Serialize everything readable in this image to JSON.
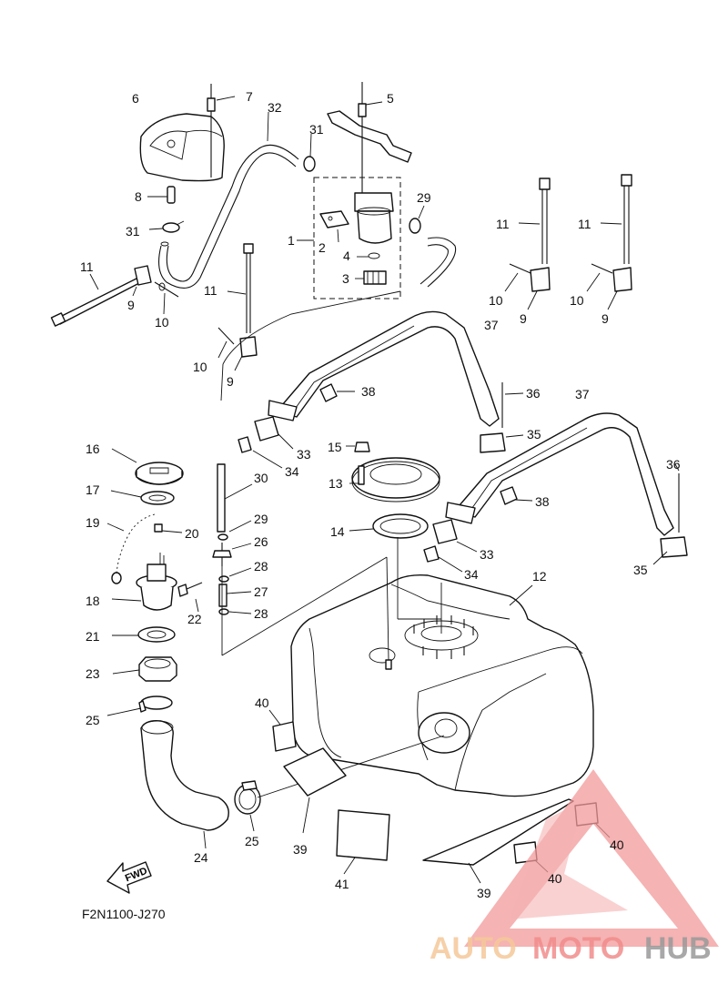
{
  "diagram_code": "F2N1100-J270",
  "fwd_label": "FWD",
  "watermark": {
    "part1": "AUTO",
    "part2": "MOTO",
    "part3": "HUB",
    "color_auto": "#f5c89a",
    "color_moto": "#f28c8c",
    "color_hub": "#9a9a9a"
  },
  "labels": {
    "l1": "1",
    "l2": "2",
    "l3": "3",
    "l4": "4",
    "l5": "5",
    "l6": "6",
    "l7": "7",
    "l8": "8",
    "l9a": "9",
    "l9b": "9",
    "l9c": "9",
    "l9d": "9",
    "l10a": "10",
    "l10b": "10",
    "l10c": "10",
    "l10d": "10",
    "l11a": "11",
    "l11b": "11",
    "l11c": "11",
    "l11d": "11",
    "l12": "12",
    "l13": "13",
    "l14": "14",
    "l15": "15",
    "l16": "16",
    "l17": "17",
    "l18": "18",
    "l19": "19",
    "l20": "20",
    "l21": "21",
    "l22": "22",
    "l23": "23",
    "l24": "24",
    "l25a": "25",
    "l25b": "25",
    "l26": "26",
    "l27": "27",
    "l28a": "28",
    "l28b": "28",
    "l29a": "29",
    "l29b": "29",
    "l30": "30",
    "l31a": "31",
    "l31b": "31",
    "l32": "32",
    "l33a": "33",
    "l33b": "33",
    "l34a": "34",
    "l34b": "34",
    "l35a": "35",
    "l35b": "35",
    "l36a": "36",
    "l36b": "36",
    "l37a": "37",
    "l37b": "37",
    "l38a": "38",
    "l38b": "38",
    "l39a": "39",
    "l39b": "39",
    "l40a": "40",
    "l40b": "40",
    "l40c": "40",
    "l41": "41"
  }
}
